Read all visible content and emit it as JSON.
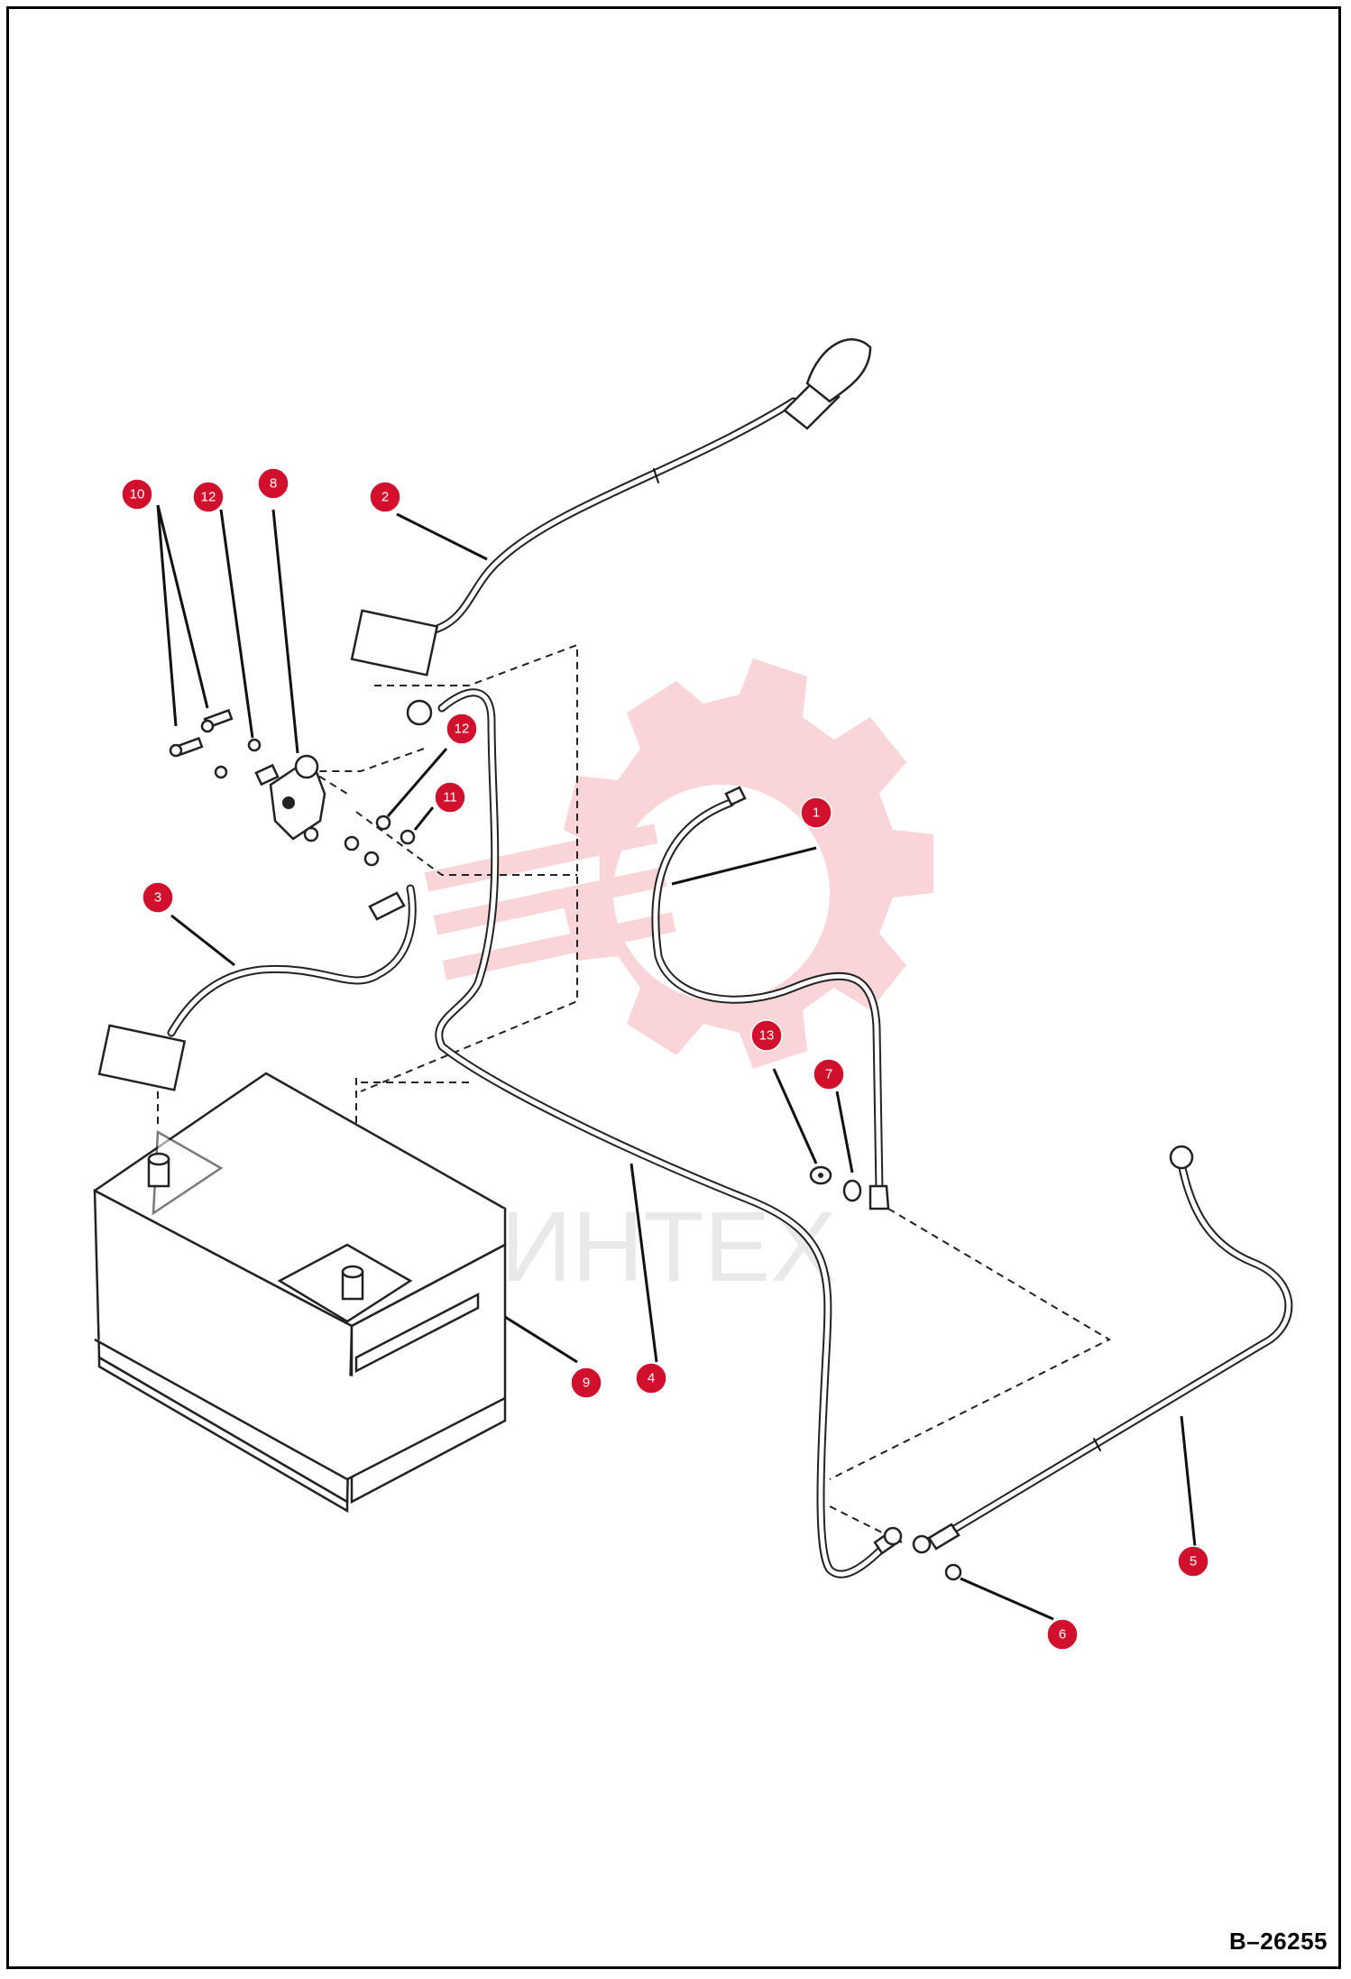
{
  "figure_code": "B–26255",
  "watermark": {
    "text": "ИНТЕХ",
    "color": "#f0a0a8"
  },
  "callout_color": "#d0102c",
  "callouts": [
    "1",
    "2",
    "3",
    "4",
    "5",
    "6",
    "7",
    "8",
    "9",
    "10",
    "11",
    "12",
    "12",
    "13"
  ]
}
